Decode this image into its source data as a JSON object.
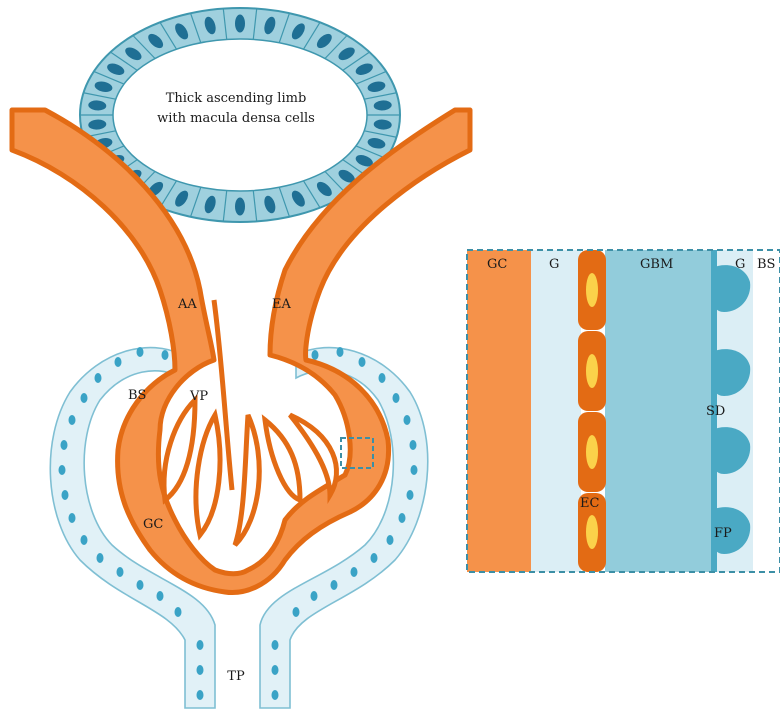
{
  "labels": {
    "tal_line1": "Thick ascending limb",
    "tal_line2": "with macula densa cells",
    "aa": "AA",
    "ea": "EA",
    "vp": "VP",
    "bs": "BS",
    "gc": "GC",
    "tp": "TP"
  },
  "inset": {
    "gc": "GC",
    "g_left": "G",
    "gbm": "GBM",
    "g_right": "G",
    "bs": "BS",
    "sd": "SD",
    "ec": "EC",
    "fp": "FP"
  },
  "colors": {
    "capsule_cell_fill": "#9fd0de",
    "capsule_stroke": "#3f97ae",
    "nucleus": "#1f6f94",
    "vessel_fill": "#f5924a",
    "vessel_stroke": "#e36b14",
    "bowman_fill": "#e1f1f7",
    "bowman_stroke": "#7fbfd3",
    "bowman_nucleus": "#3aa3c6",
    "inset_gc": "#f5924a",
    "inset_g": "#dbeef5",
    "inset_gbm": "#92ccdb",
    "inset_ec": "#e36b14",
    "inset_ec_nucleus": "#fbd24a",
    "inset_podocyte": "#4aa9c4",
    "inset_border": "#3c8fa6"
  }
}
